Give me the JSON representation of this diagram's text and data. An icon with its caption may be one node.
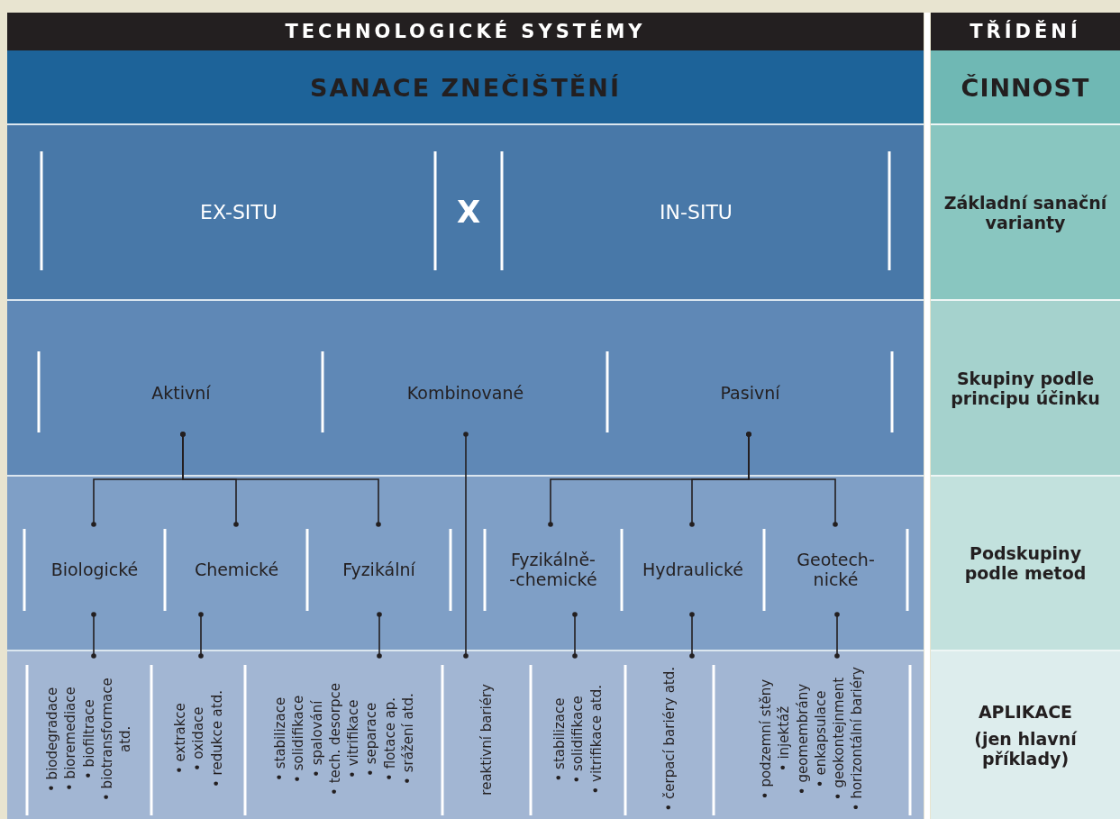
{
  "diagram": {
    "nodes": [
      {
        "text": [
          "TECHNOLOGICKÉ SYSTÉMY"
        ]
      },
      {
        "text": [
          "TŘÍDĚNÍ"
        ]
      },
      {
        "text": [
          "SANACE ZNEČIŠTĚNÍ"
        ]
      },
      {
        "text": [
          "ČINNOST"
        ]
      },
      {
        "text": [
          "EX-SITU"
        ]
      },
      {
        "text": [
          "IN-SITU"
        ]
      },
      {
        "text": [
          "Základní sanační varianty"
        ]
      },
      {
        "text": [
          "Aktivní"
        ]
      },
      {
        "text": [
          "Kombinované"
        ]
      },
      {
        "text": [
          "Pasivní"
        ]
      },
      {
        "text": [
          "Skupiny podle principu účinku"
        ]
      },
      {
        "text": [
          "Biologické"
        ]
      },
      {
        "text": [
          "Chemické"
        ]
      },
      {
        "text": [
          "Fyzikální"
        ]
      },
      {
        "text": [
          "Fyzikálně- -chemické"
        ]
      },
      {
        "text": [
          "Hydraulické"
        ]
      },
      {
        "text": [
          "Geotech- nické"
        ]
      },
      {
        "text": [
          "Podskupiny podle metod"
        ]
      },
      {
        "text": [
          "• biodegradace",
          "• bioremediace",
          "• biofiltrace",
          "• biotransformace atd."
        ]
      },
      {
        "text": [
          "• extrakce",
          "• oxidace",
          "• redukce atd."
        ]
      },
      {
        "text": [
          "• stabilizace",
          "• solidifikace",
          "• spalování",
          "• tech. desorpce",
          "• vitrifikace",
          "• separace",
          "• flotace ap.",
          "• srážení atd."
        ]
      },
      {
        "text": [
          "reaktivní bariéry"
        ]
      },
      {
        "text": [
          "• stabilizace",
          "• solidifikace",
          "• vitrifikace atd."
        ]
      },
      {
        "text": [
          "• čerpací bariéry atd."
        ]
      },
      {
        "text": [
          "• podzemní stěny",
          "• injektáž",
          "• geomembrány",
          "• enkapsulace",
          "• geokontejnment",
          "• horizontální bariéry"
        ]
      },
      {
        "text": [
          "APLIKACE",
          "(jen hlavní příklady)"
        ]
      }
    ],
    "edges": [
      {
        "from": 7,
        "to": 11,
        "arrow": "other"
      },
      {
        "from": 7,
        "to": 12,
        "arrow": "other"
      },
      {
        "from": 7,
        "to": 13,
        "arrow": "other"
      },
      {
        "from": 8,
        "to": 21,
        "arrow": "other"
      },
      {
        "from": 9,
        "to": 14,
        "arrow": "other"
      },
      {
        "from": 9,
        "to": 15,
        "arrow": "other"
      },
      {
        "from": 9,
        "to": 16,
        "arrow": "other"
      },
      {
        "from": 11,
        "to": 18,
        "arrow": "other"
      },
      {
        "from": 12,
        "to": 19,
        "arrow": "other"
      },
      {
        "from": 13,
        "to": 20,
        "arrow": "other"
      },
      {
        "from": 14,
        "to": 22,
        "arrow": "other"
      },
      {
        "from": 15,
        "to": 23,
        "arrow": "other"
      },
      {
        "from": 16,
        "to": 24,
        "arrow": "other"
      }
    ],
    "labels": [
      "X"
    ]
  }
}
